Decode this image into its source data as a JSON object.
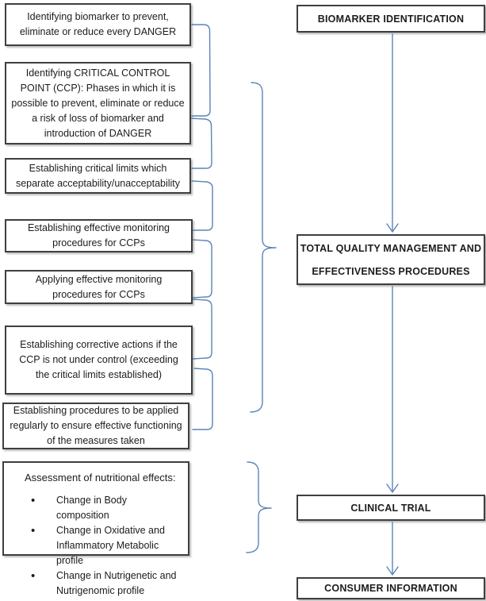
{
  "diagram": {
    "process_boxes": [
      {
        "text": "Identifying biomarker to prevent, eliminate or reduce every DANGER"
      },
      {
        "text": "Identifying CRITICAL CONTROL POINT (CCP): Phases in which it is possible to prevent, eliminate or reduce a risk of loss of biomarker and introduction of DANGER"
      },
      {
        "text": "Establishing critical limits which separate acceptability/unacceptability"
      },
      {
        "text": "Establishing effective monitoring procedures for CCPs"
      },
      {
        "text": "Applying effective monitoring procedures for CCPs"
      },
      {
        "text": "Establishing corrective actions if the CCP is not under control (exceeding the critical limits established)"
      },
      {
        "text": "Establishing procedures to be applied regularly to ensure effective functioning of the measures taken"
      }
    ],
    "assessment_box": {
      "heading": "Assessment of nutritional effects:",
      "bullets": [
        "Change in Body composition",
        "Change in Oxidative and Inflammatory Metabolic profile",
        "Change in Nutrigenetic and Nutrigenomic profile"
      ]
    },
    "stage_boxes": [
      {
        "label": "BIOMARKER IDENTIFICATION"
      },
      {
        "line1": "TOTAL QUALITY MANAGEMENT AND",
        "line2": "EFFECTIVENESS PROCEDURES"
      },
      {
        "label": "CLINICAL TRIAL"
      },
      {
        "label": "CONSUMER INFORMATION"
      }
    ],
    "colors": {
      "connector_blue": "#5b84b8",
      "box_border": "#3f3f3f",
      "text": "#1c1c1c"
    }
  }
}
